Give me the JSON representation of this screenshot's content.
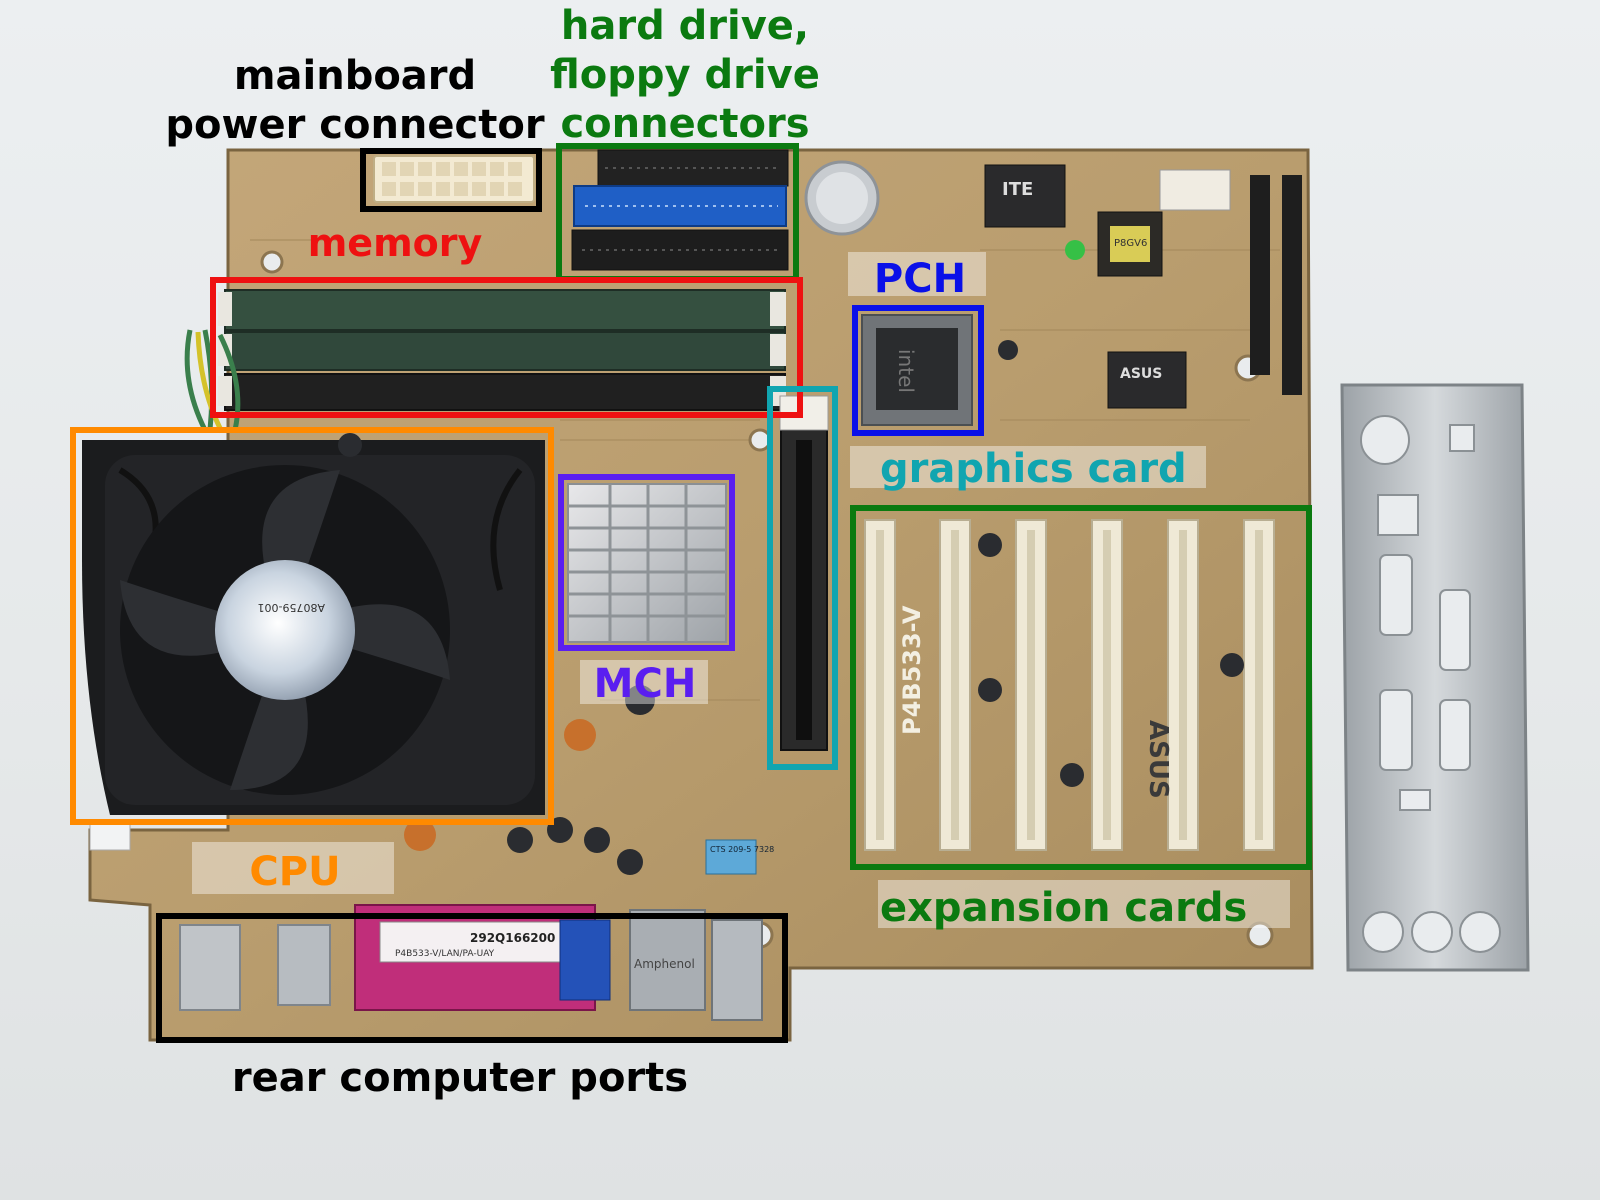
{
  "colors": {
    "black": "#000000",
    "green": "#0b7a10",
    "red": "#ee1111",
    "blue": "#0a10e8",
    "teal": "#10a5b0",
    "purple": "#5a1ef0",
    "orange": "#ff8a00"
  },
  "labels": {
    "power_connector": "mainboard\npower connector",
    "drive_connectors": "hard drive,\nfloppy drive\nconnectors",
    "memory": "memory",
    "pch": "PCH",
    "graphics_card": "graphics card",
    "mch": "MCH",
    "cpu": "CPU",
    "expansion_cards": "expansion cards",
    "rear_ports": "rear computer ports"
  },
  "board_markings": {
    "chip_ite": "ITE",
    "chip_asus": "ASUS",
    "chip_intel": "intel",
    "chip_bios": "P8GV6",
    "model": "P4B533-V",
    "brand_vertical": "ASUS",
    "fan_label": "A80759-001",
    "port_vendor": "Amphenol",
    "port_sticker": "292Q166200",
    "port_sticker2": "P4B533-V/LAN/PA-UAY",
    "dip_switch": "CTS 209-5 7328"
  }
}
